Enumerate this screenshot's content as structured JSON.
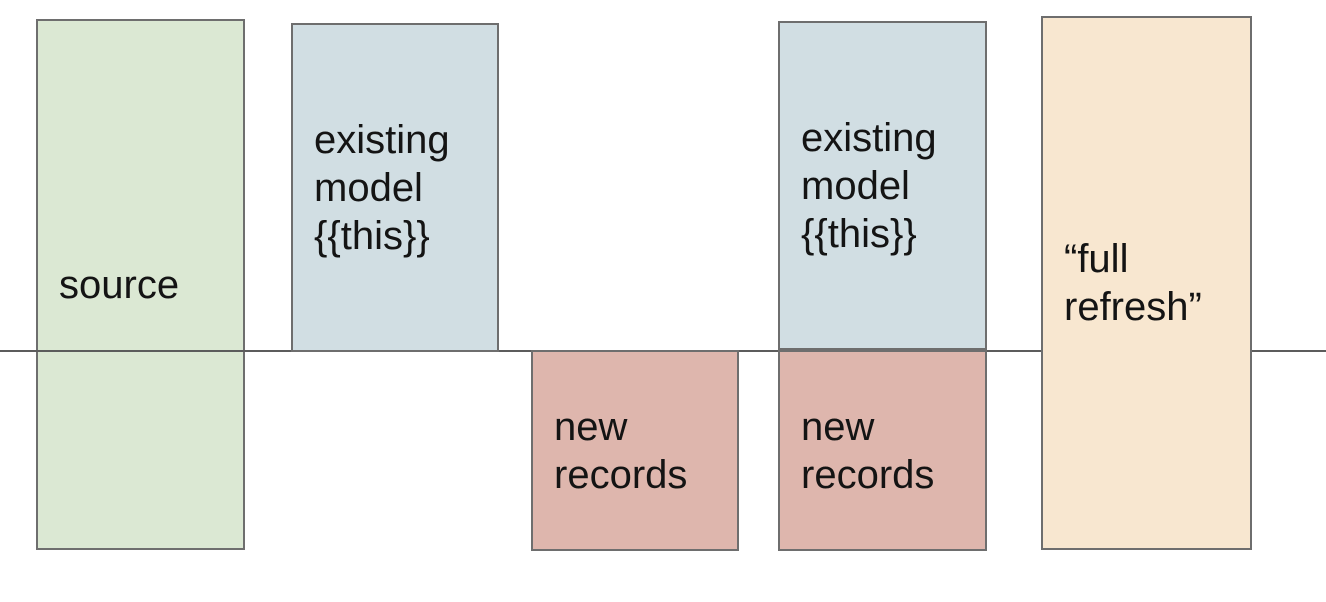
{
  "diagram": {
    "colors": {
      "background": "#ffffff",
      "line": "#5c5c5c",
      "border": "#6e6e6e",
      "text": "#141414"
    },
    "boxes": [
      {
        "name": "source",
        "label": "source",
        "fill": "#dbe8d3"
      },
      {
        "name": "existing-model-1",
        "label": "existing\nmodel\n{{this}}",
        "fill": "#d1dee3"
      },
      {
        "name": "new-records-1",
        "label": "new\nrecords",
        "fill": "#deb6ad"
      },
      {
        "name": "existing-model-2",
        "label": "existing\nmodel\n{{this}}",
        "fill": "#d1dee3"
      },
      {
        "name": "new-records-2",
        "label": "new\nrecords",
        "fill": "#deb6ad"
      },
      {
        "name": "full-refresh",
        "label": "“full\nrefresh”",
        "fill": "#f8e7d0"
      }
    ]
  }
}
